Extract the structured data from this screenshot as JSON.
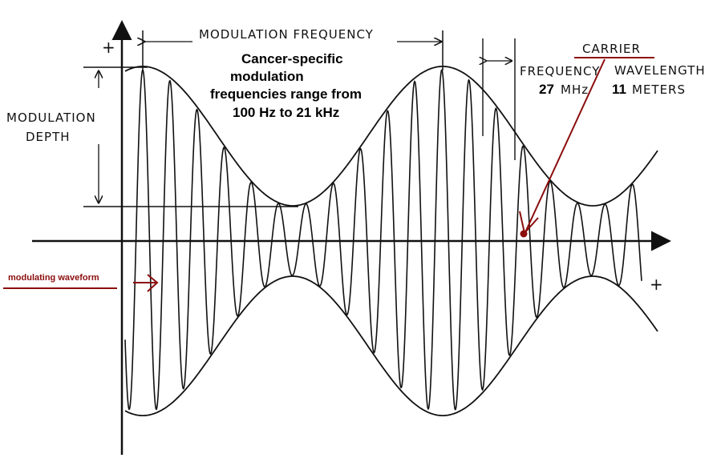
{
  "labels": {
    "modulation_frequency": "MODULATION FREQUENCY",
    "cancer_line1": "Cancer-specific",
    "cancer_line2": "modulation",
    "cancer_line3": "frequencies range from",
    "cancer_line4": "100 Hz to 21 kHz",
    "modulation_depth_line1": "MODULATION",
    "modulation_depth_line2": "DEPTH",
    "carrier": "CARRIER",
    "frequency": "FREQUENCY",
    "wavelength": "WAVELENGTH",
    "carrier_freq_value": "27",
    "carrier_freq_unit": "MHz",
    "carrier_wavelength_value": "11",
    "carrier_wavelength_unit": "METERS",
    "modulating_waveform": "modulating waveform",
    "plus_y": "+",
    "plus_x": "+"
  },
  "colors": {
    "ink": "#111111",
    "annotation_red": "#8b0d0d"
  }
}
